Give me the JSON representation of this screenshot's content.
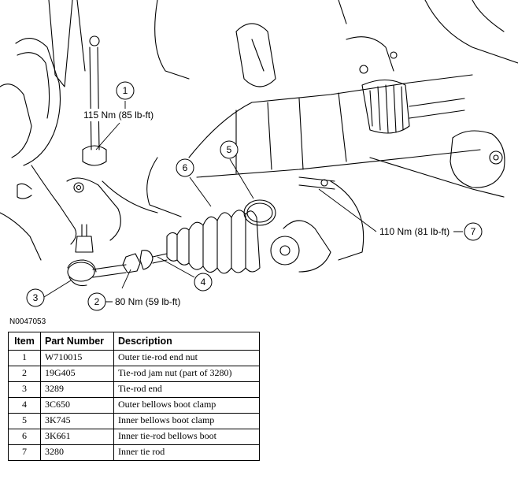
{
  "figure_id": "N0047053",
  "callouts": [
    {
      "num": "1",
      "text": "115 Nm (85 lb-ft)"
    },
    {
      "num": "2",
      "text": "80 Nm (59 lb-ft)"
    },
    {
      "num": "3",
      "text": ""
    },
    {
      "num": "4",
      "text": ""
    },
    {
      "num": "5",
      "text": ""
    },
    {
      "num": "6",
      "text": ""
    },
    {
      "num": "7",
      "text": "110 Nm (81 lb-ft)"
    }
  ],
  "table": {
    "headers": [
      "Item",
      "Part Number",
      "Description"
    ],
    "rows": [
      [
        "1",
        "W710015",
        "Outer tie-rod end nut"
      ],
      [
        "2",
        "19G405",
        "Tie-rod jam nut (part of 3280)"
      ],
      [
        "3",
        "3289",
        "Tie-rod end"
      ],
      [
        "4",
        "3C650",
        "Outer bellows boot clamp"
      ],
      [
        "5",
        "3K745",
        "Inner bellows boot clamp"
      ],
      [
        "6",
        "3K661",
        "Inner tie-rod bellows boot"
      ],
      [
        "7",
        "3280",
        "Inner tie rod"
      ]
    ]
  }
}
